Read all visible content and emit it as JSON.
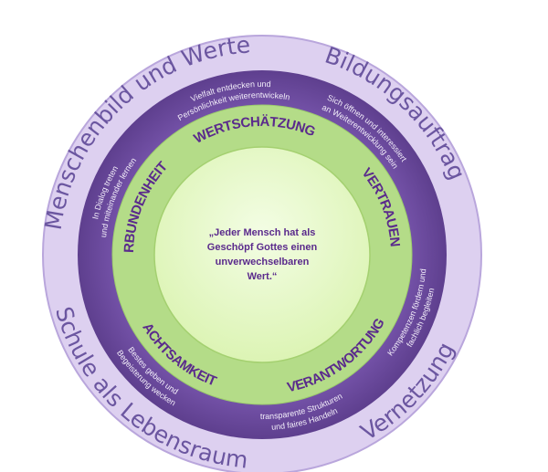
{
  "outer_ring": {
    "top_left": "Menschenbild und Werte",
    "top_right": "Bildungsauftrag",
    "bottom_left": "Schule als Lebensraum",
    "bottom_right": "Vernetzung"
  },
  "middle_ring": {
    "top": [
      "Vielfalt entdecken und",
      "Persönlichkeit weiterentwickeln"
    ],
    "top_right": [
      "Sich öffnen und interessiert",
      "an Weiterentwicklung sein"
    ],
    "left": [
      "In Dialog treten",
      "und miteinander lernen"
    ],
    "right": [
      "Kompetenzen fördern und",
      "fachlich begleiten"
    ],
    "bottom_left": [
      "Bestes geben und",
      "Begeisterung wecken"
    ],
    "bottom": [
      "transparente Strukturen",
      "und faires Handeln"
    ]
  },
  "values_ring": {
    "top": "WERTSCHÄTZUNG",
    "right": "VERTRAUEN",
    "left": "VERBUNDENHEIT",
    "bottom_left": "ACHTSAMKEIT",
    "bottom_right": "VERANTWORTUNG"
  },
  "center": {
    "lines": [
      "„Jeder Mensch hat als",
      "Geschöpf Gottes einen",
      "unverwechselbaren",
      "Wert.“"
    ]
  },
  "colors": {
    "outer": "#ddd0f0",
    "purple": "#6b4a9e",
    "green": "#b4dc88",
    "center": "#eafbd0"
  }
}
